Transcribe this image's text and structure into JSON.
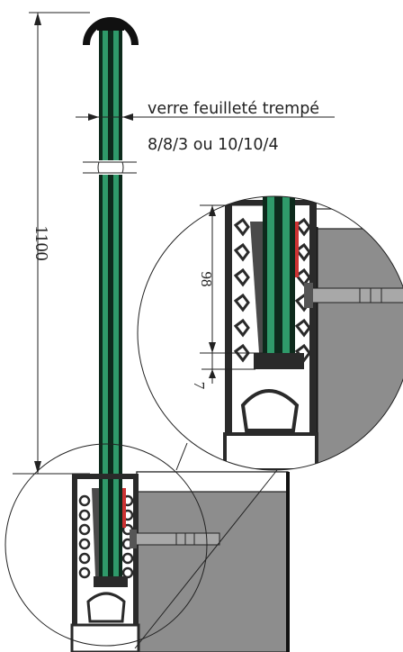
{
  "dimensions": {
    "total_height": "1100",
    "insertion_depth": "98",
    "base_gap": "7"
  },
  "glass_label": {
    "line1": "verre feuilleté trempé",
    "line2": "8/8/3 ou 10/10/4"
  },
  "colors": {
    "glass": "#2f9a6a",
    "glass_edge": "#0d2a1c",
    "profile": "#2a2a2a",
    "concrete": "#8d8d8d",
    "wedge": "#4a4a4a",
    "gasket": "#cc3333",
    "bolt": "#a8a8a8",
    "line": "#222222"
  },
  "icons": {
    "handrail": "round-cap-icon",
    "anchor": "anchor-bolt-icon"
  }
}
